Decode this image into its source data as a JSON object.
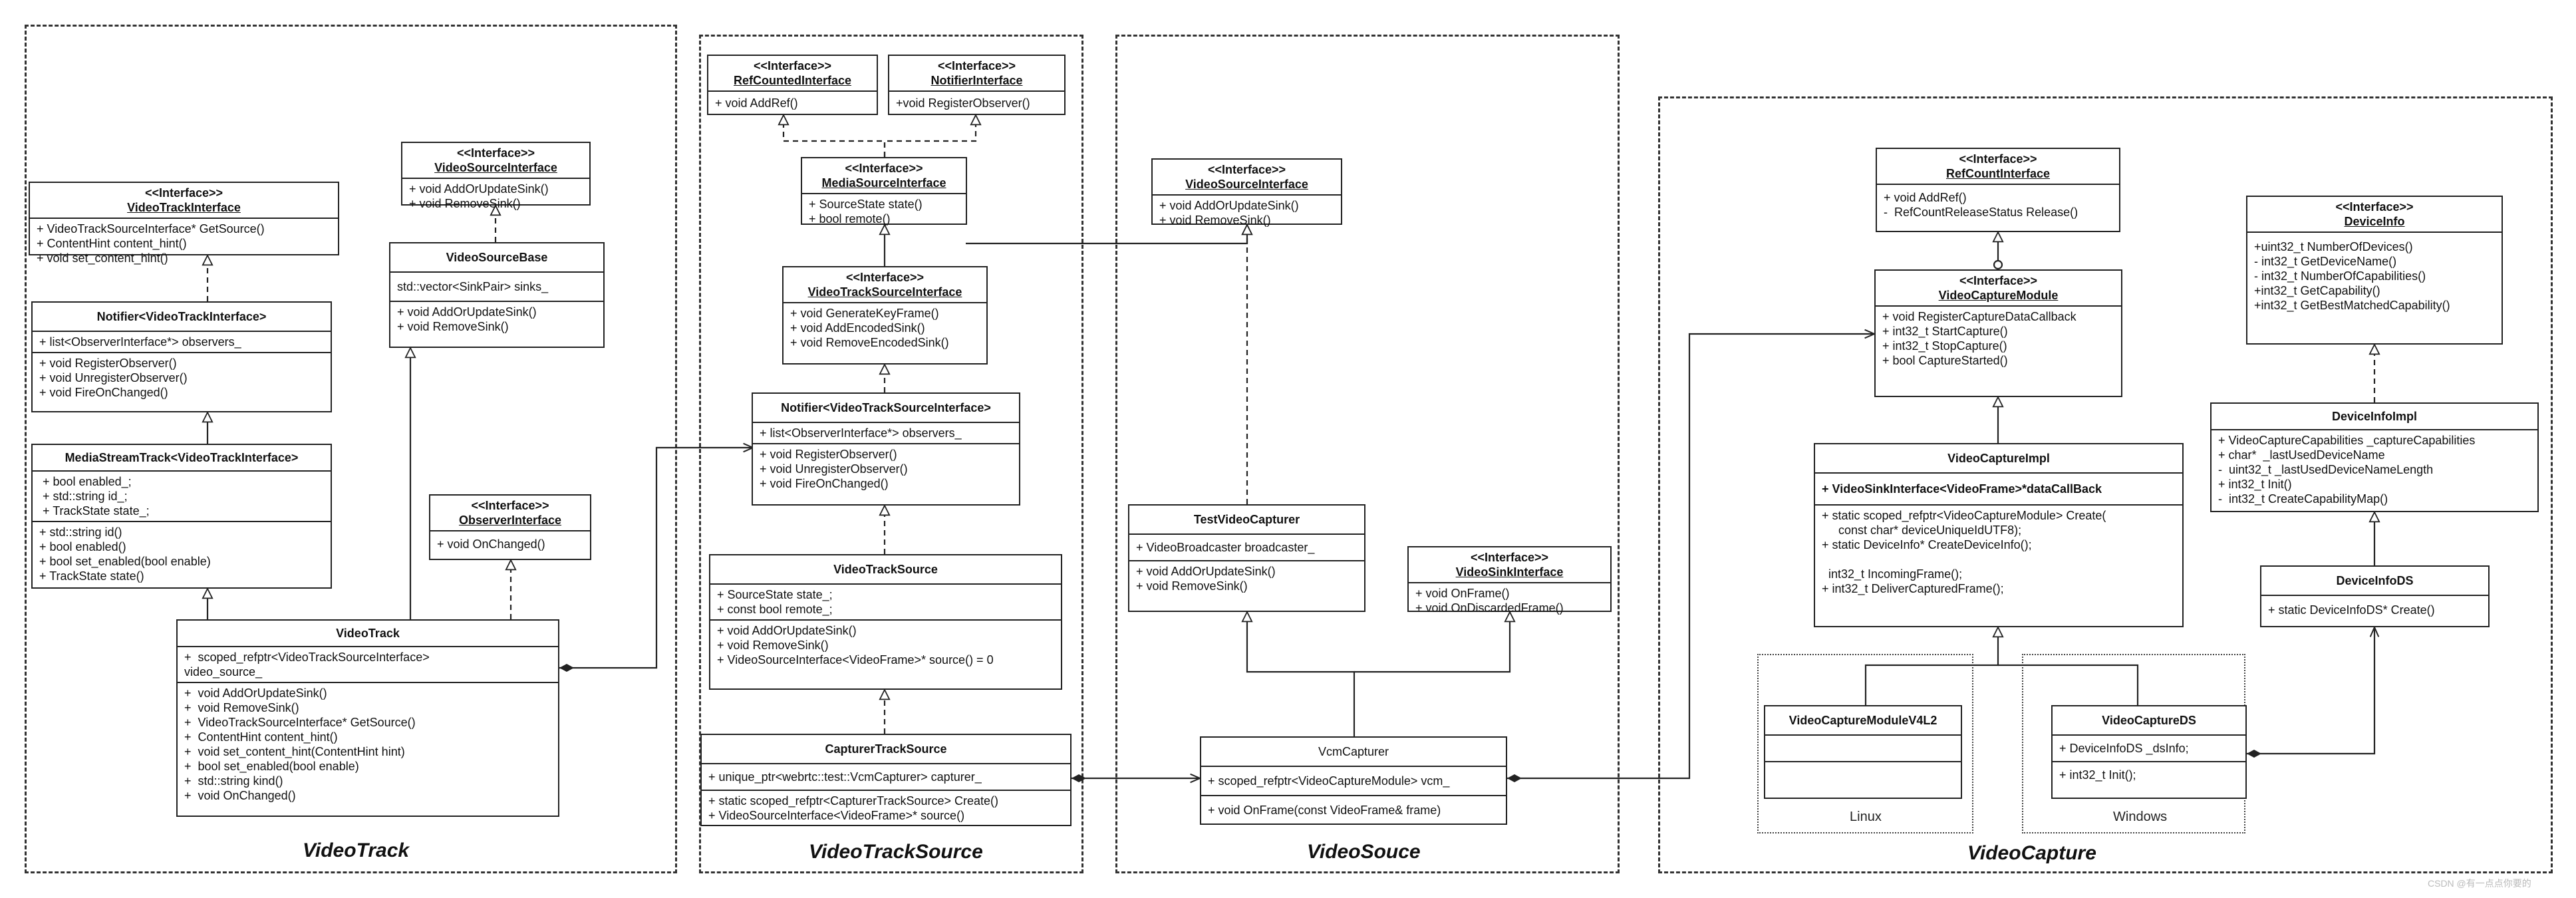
{
  "packages": {
    "videotrack": "VideoTrack",
    "videotracksource": "VideoTrackSource",
    "videosouce": "VideoSouce",
    "videocapture": "VideoCapture"
  },
  "groups": {
    "linux": "Linux",
    "windows": "Windows"
  },
  "stereotype": "<<Interface>>",
  "classes": {
    "vti": {
      "name": "VideoTrackInterface",
      "members": [
        "+ VideoTrackSourceInterface* GetSource()",
        "+ ContentHint content_hint()",
        "+ void set_content_hint()"
      ]
    },
    "vsi1": {
      "name": "VideoSourceInterface",
      "members": [
        "+ void AddOrUpdateSink()",
        "+ void RemoveSink()"
      ]
    },
    "notifier_vti": {
      "name": "Notifier<VideoTrackInterface>",
      "attrs": [
        "+ list<ObserverInterface*> observers_"
      ],
      "methods": [
        "+ void RegisterObserver()",
        "+ void UnregisterObserver()",
        "+ void FireOnChanged()"
      ]
    },
    "vsb": {
      "name": "VideoSourceBase",
      "attrs": [
        "std::vector<SinkPair> sinks_"
      ],
      "methods": [
        "+ void AddOrUpdateSink()",
        "+ void RemoveSink()"
      ]
    },
    "mst": {
      "name": "MediaStreamTrack<VideoTrackInterface>",
      "attrs": [
        " + bool enabled_;",
        " + std::string id_;",
        " + TrackState state_;"
      ],
      "methods": [
        "+ std::string id()",
        "+ bool enabled()",
        "+ bool set_enabled(bool enable)",
        "+ TrackState state()"
      ]
    },
    "obs": {
      "name": "ObserverInterface",
      "members": [
        "+ void OnChanged()"
      ]
    },
    "vt": {
      "name": "VideoTrack",
      "attrs": [
        "+  scoped_refptr<VideoTrackSourceInterface>",
        "video_source_"
      ],
      "methods": [
        "+  void AddOrUpdateSink()",
        "+  void RemoveSink()",
        "+  VideoTrackSourceInterface* GetSource()",
        "+  ContentHint content_hint()",
        "+  void set_content_hint(ContentHint hint)",
        "+  bool set_enabled(bool enable)",
        "+  std::string kind()",
        "+  void OnChanged()"
      ]
    },
    "rci": {
      "name": "RefCountedInterface",
      "members": [
        "+ void AddRef()"
      ]
    },
    "ni": {
      "name": "NotifierInterface",
      "members": [
        "+void RegisterObserver()"
      ]
    },
    "msi": {
      "name": "MediaSourceInterface",
      "members": [
        "+ SourceState state()",
        "+ bool remote()"
      ]
    },
    "vtsi": {
      "name": "VideoTrackSourceInterface",
      "members": [
        "+ void GenerateKeyFrame()",
        "+ void AddEncodedSink()",
        "+ void RemoveEncodedSink()"
      ]
    },
    "notifier_vtsi": {
      "name": "Notifier<VideoTrackSourceInterface>",
      "attrs": [
        "+ list<ObserverInterface*> observers_"
      ],
      "methods": [
        "+ void RegisterObserver()",
        "+ void UnregisterObserver()",
        "+ void FireOnChanged()"
      ]
    },
    "vts": {
      "name": "VideoTrackSource",
      "attrs": [
        "+ SourceState state_;",
        "+ const bool remote_;"
      ],
      "methods": [
        "+ void AddOrUpdateSink()",
        "+ void RemoveSink()",
        "+ VideoSourceInterface<VideoFrame>* source() = 0"
      ]
    },
    "cts": {
      "name": "CapturerTrackSource",
      "attrs": [
        "+ unique_ptr<webrtc::test::VcmCapturer> capturer_"
      ],
      "methods": [
        "+ static scoped_refptr<CapturerTrackSource> Create()",
        "+ VideoSourceInterface<VideoFrame>* source()"
      ]
    },
    "vsi2": {
      "name": "VideoSourceInterface",
      "members": [
        "+ void AddOrUpdateSink()",
        "+ void RemoveSink()"
      ]
    },
    "tvc": {
      "name": "TestVideoCapturer",
      "attrs": [
        "+ VideoBroadcaster broadcaster_"
      ],
      "methods": [
        "+ void AddOrUpdateSink()",
        "+ void RemoveSink()"
      ]
    },
    "vski": {
      "name": "VideoSinkInterface",
      "members": [
        "+ void OnFrame()",
        "+ void OnDiscardedFrame()"
      ]
    },
    "vcm": {
      "name": "VcmCapturer",
      "attrs": [
        "+ scoped_refptr<VideoCaptureModule> vcm_"
      ],
      "methods": [
        "+ void OnFrame(const VideoFrame& frame)"
      ]
    },
    "rcnt": {
      "name": "RefCountInterface",
      "members": [
        "+ void AddRef()",
        "-  RefCountReleaseStatus Release()"
      ]
    },
    "vcmod": {
      "name": "VideoCaptureModule",
      "members": [
        "+ void RegisterCaptureDataCallback",
        "+ int32_t StartCapture()",
        "+ int32_t StopCapture()",
        "+ bool CaptureStarted()"
      ]
    },
    "vcimpl": {
      "name": "VideoCaptureImpl",
      "attrs": [
        "+ VideoSinkInterface<VideoFrame>*dataCallBack"
      ],
      "methods": [
        "+ static scoped_refptr<VideoCaptureModule> Create(",
        "     const char* deviceUniqueIdUTF8);",
        "+ static DeviceInfo* CreateDeviceInfo();",
        " ",
        "  int32_t IncomingFrame();",
        "+ int32_t DeliverCapturedFrame();"
      ]
    },
    "di": {
      "name": "DeviceInfo",
      "members": [
        "+uint32_t NumberOfDevices()",
        "- int32_t GetDeviceName()",
        "- int32_t NumberOfCapabilities()",
        "+int32_t GetCapability()",
        "+int32_t GetBestMatchedCapability()"
      ]
    },
    "diimpl": {
      "name": "DeviceInfoImpl",
      "members": [
        "+ VideoCaptureCapabilities _captureCapabilities",
        "+ char*  _lastUsedDeviceName",
        "-  uint32_t _lastUsedDeviceNameLength",
        "+ int32_t Init()",
        "-  int32_t CreateCapabilityMap()"
      ]
    },
    "dids": {
      "name": "DeviceInfoDS",
      "members": [
        "+ static DeviceInfoDS* Create()"
      ]
    },
    "v4l2": {
      "name": "VideoCaptureModuleV4L2"
    },
    "vcds": {
      "name": "VideoCaptureDS",
      "attrs": [
        "+ DeviceInfoDS _dsInfo;"
      ],
      "methods": [
        "+ int32_t Init();"
      ]
    }
  },
  "watermark": "CSDN @有一点点你要的"
}
